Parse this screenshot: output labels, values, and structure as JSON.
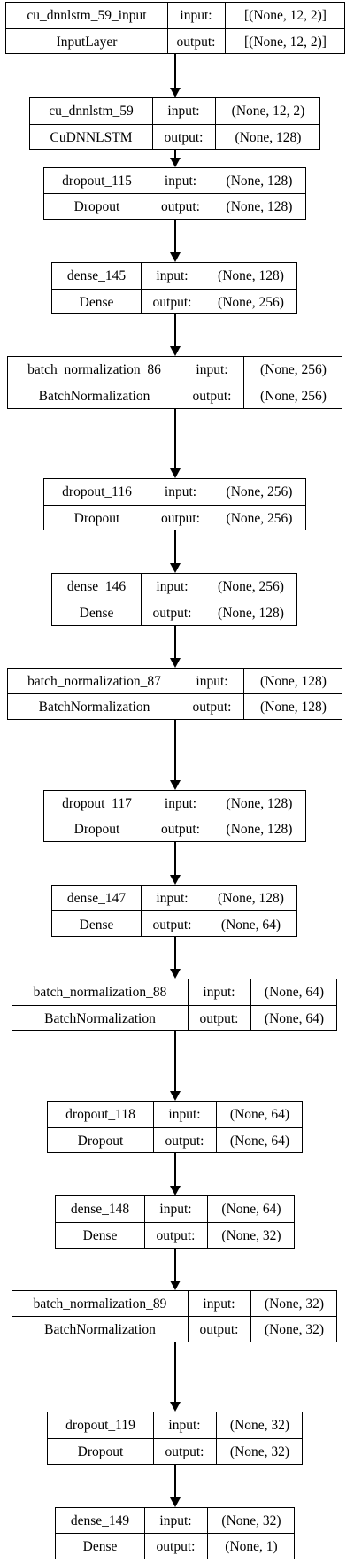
{
  "ports": {
    "input": "input:",
    "output": "output:"
  },
  "layers": [
    {
      "name": "cu_dnnlstm_59_input",
      "type": "InputLayer",
      "input": "[(None, 12, 2)]",
      "output": "[(None, 12, 2)]"
    },
    {
      "name": "cu_dnnlstm_59",
      "type": "CuDNNLSTM",
      "input": "(None, 12, 2)",
      "output": "(None, 128)"
    },
    {
      "name": "dropout_115",
      "type": "Dropout",
      "input": "(None, 128)",
      "output": "(None, 128)"
    },
    {
      "name": "dense_145",
      "type": "Dense",
      "input": "(None, 128)",
      "output": "(None, 256)"
    },
    {
      "name": "batch_normalization_86",
      "type": "BatchNormalization",
      "input": "(None, 256)",
      "output": "(None, 256)"
    },
    {
      "name": "dropout_116",
      "type": "Dropout",
      "input": "(None, 256)",
      "output": "(None, 256)"
    },
    {
      "name": "dense_146",
      "type": "Dense",
      "input": "(None, 256)",
      "output": "(None, 128)"
    },
    {
      "name": "batch_normalization_87",
      "type": "BatchNormalization",
      "input": "(None, 128)",
      "output": "(None, 128)"
    },
    {
      "name": "dropout_117",
      "type": "Dropout",
      "input": "(None, 128)",
      "output": "(None, 128)"
    },
    {
      "name": "dense_147",
      "type": "Dense",
      "input": "(None, 128)",
      "output": "(None, 64)"
    },
    {
      "name": "batch_normalization_88",
      "type": "BatchNormalization",
      "input": "(None, 64)",
      "output": "(None, 64)"
    },
    {
      "name": "dropout_118",
      "type": "Dropout",
      "input": "(None, 64)",
      "output": "(None, 64)"
    },
    {
      "name": "dense_148",
      "type": "Dense",
      "input": "(None, 64)",
      "output": "(None, 32)"
    },
    {
      "name": "batch_normalization_89",
      "type": "BatchNormalization",
      "input": "(None, 32)",
      "output": "(None, 32)"
    },
    {
      "name": "dropout_119",
      "type": "Dropout",
      "input": "(None, 32)",
      "output": "(None, 32)"
    },
    {
      "name": "dense_149",
      "type": "Dense",
      "input": "(None, 32)",
      "output": "(None, 1)"
    }
  ]
}
